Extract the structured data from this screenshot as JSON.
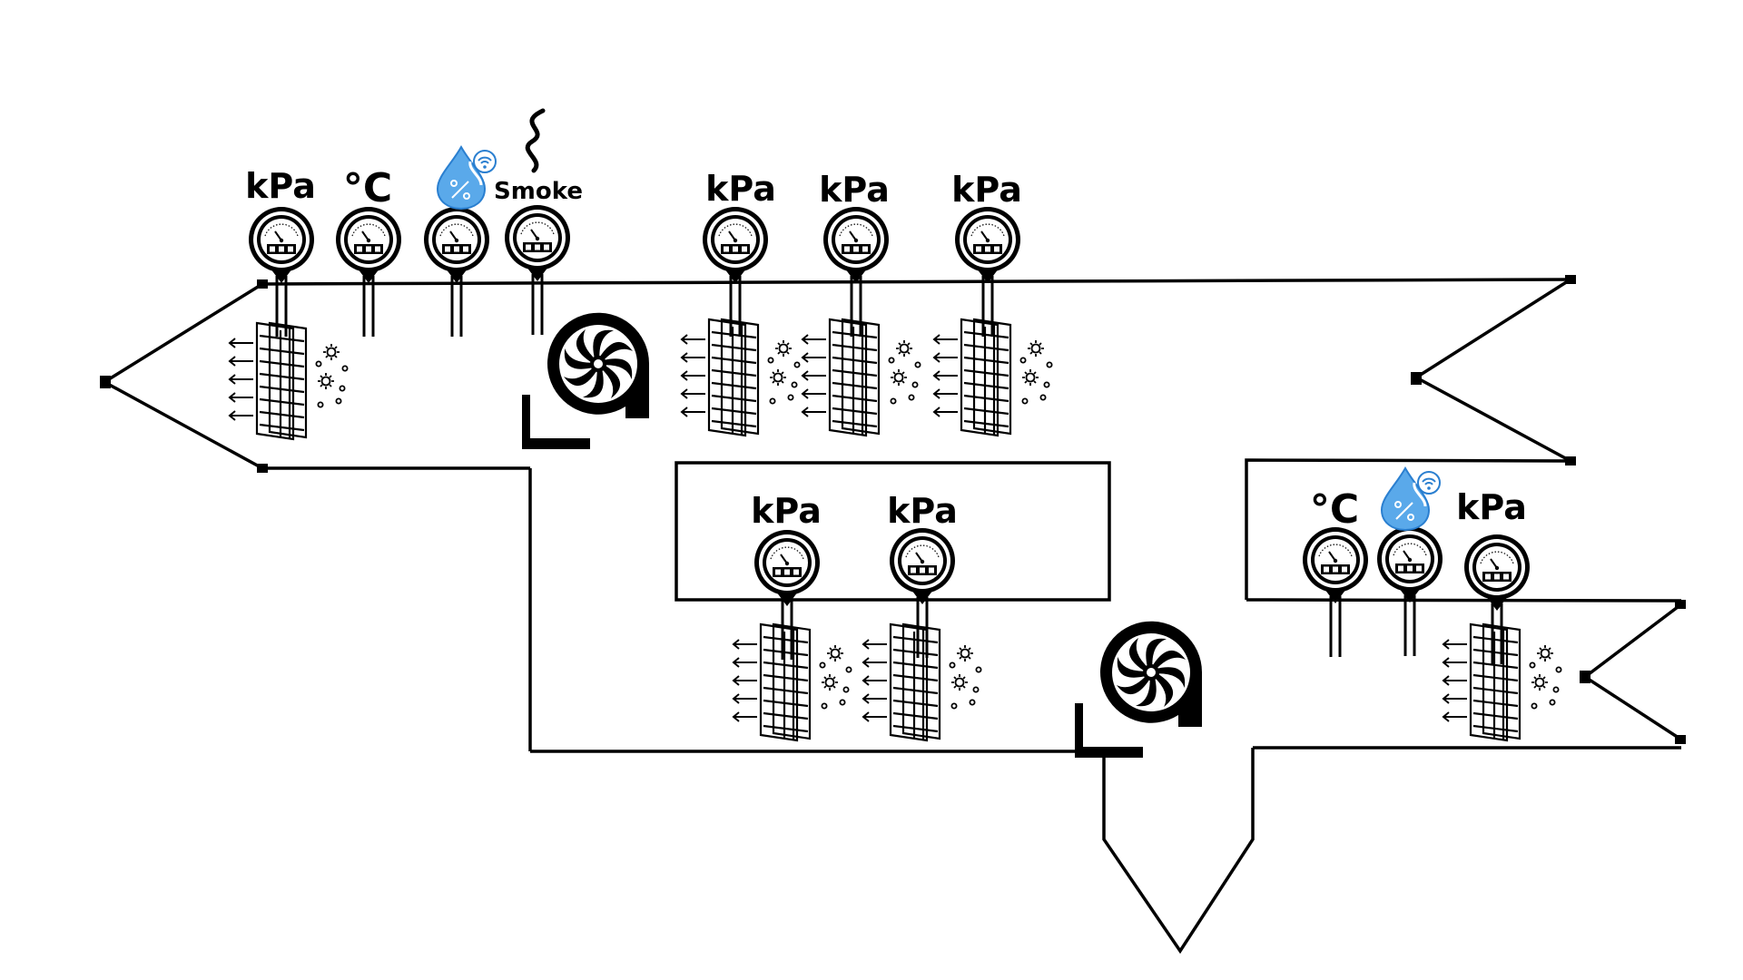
{
  "labels": {
    "pressure": "kPa",
    "temperature": "°C",
    "smoke": "Smoke"
  },
  "icons": {
    "sensor": "gauge-icon",
    "filter": "filter-icon",
    "fan": "fan-icon",
    "humidity": "humidity-icon",
    "smoke": "smoke-icon",
    "dust": "particle-icon"
  },
  "colors": {
    "line": "#000000",
    "humidity_fill": "#5aa9ea",
    "humidity_dark": "#2a7fd0"
  }
}
